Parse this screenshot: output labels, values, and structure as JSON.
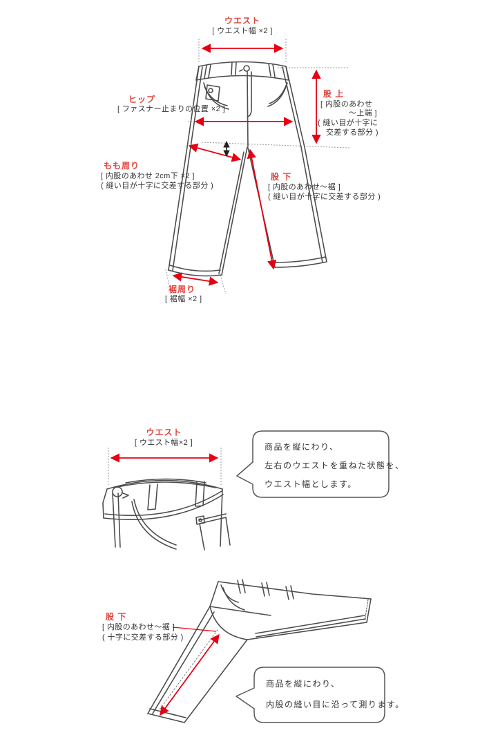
{
  "colors": {
    "accent_red": "#e60012",
    "label_red": "#e2453d",
    "line_gray": "#4d4d4d",
    "guide_gray": "#999999"
  },
  "sections": {
    "front_view": {
      "waist": {
        "title": "ウエスト",
        "sub": "[ ウエスト幅 ×2 ]"
      },
      "hip": {
        "title": "ヒップ",
        "sub": "[ ファスナー止まりの位置 ×2 ]"
      },
      "rise": {
        "title": "股 上",
        "lines": [
          "[ 内股のあわせ",
          "～上端 ]",
          "( 縫い目が十字に",
          "交差する部分 )"
        ]
      },
      "thigh": {
        "title": "もも周り",
        "lines": [
          "[ 内股のあわせ 2cm下 ×2 ]",
          "( 縫い目が十字に交差する部分 )"
        ]
      },
      "inseam": {
        "title": "股 下",
        "lines": [
          "[ 内股のあわせ～裾 ]",
          "( 縫い目が十字に交差する部分 )"
        ]
      },
      "hem": {
        "title": "裾周り",
        "sub": "[ 裾幅 ×2 ]"
      }
    },
    "waist_detail": {
      "title": "ウエスト",
      "sub": "[ ウエスト幅×2 ]",
      "bubble_lines": [
        "商品を縦にわり、",
        "左右のウエストを重ねた状態を、",
        "ウエスト幅とします。"
      ]
    },
    "inseam_detail": {
      "title": "股 下",
      "lines": [
        "[ 内股のあわせ～裾 ]",
        "( 十字に交差する部分 )"
      ],
      "bubble_lines": [
        "商品を縦にわり、",
        "内股の縫い目に沿って測ります。"
      ]
    }
  }
}
